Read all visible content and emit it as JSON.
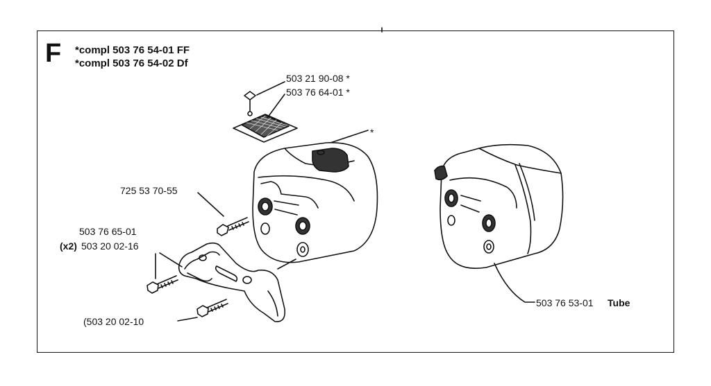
{
  "section_letter": "F",
  "titles": [
    "*compl 503 76 54-01 FF",
    "*compl 503 76 54-02 Df"
  ],
  "labels": {
    "screw_top": "503 21 90-08 *",
    "plate": "503 76 64-01 *",
    "star": "*",
    "bolt_mid": "725 53 70-55",
    "bracket": "503 76 65-01",
    "qty": "(x2)",
    "bracket_bolt": "503 20 02-16",
    "lower_bolt": "(503 20 02-10",
    "tube_num": "503 76 53-01",
    "tube_word": "Tube"
  }
}
